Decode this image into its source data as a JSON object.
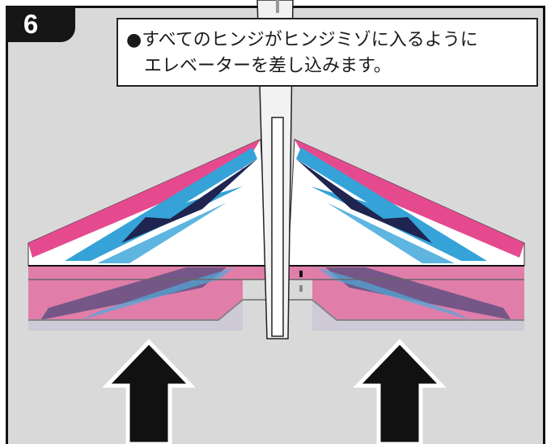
{
  "step": {
    "number": "6"
  },
  "instruction": {
    "line1": "●すべてのヒンジがヒンジミゾに入るように",
    "line2": "エレベーターを差し込みます。"
  },
  "colors": {
    "panel_background": "#d9d9d9",
    "badge_background": "#161616",
    "magenta": "#e54a8f",
    "blue": "#35a3d8",
    "navy": "#1f2450",
    "red_accent": "#c0553e",
    "arrow": "#111111"
  },
  "icons": {
    "insert_direction": "up-arrow-icon"
  }
}
